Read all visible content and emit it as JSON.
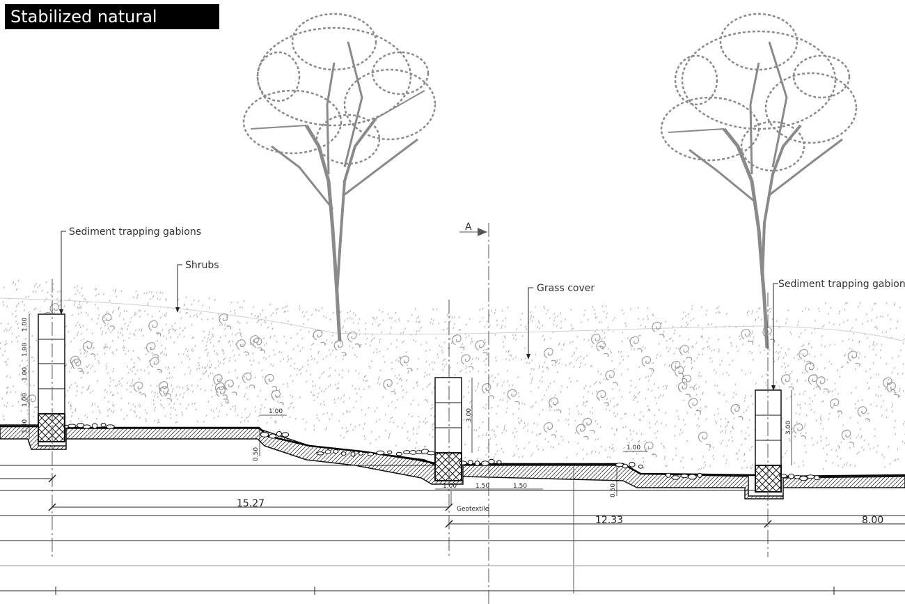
{
  "title": "Stabilized natural channel",
  "labels": {
    "gabions_left": "Sediment trapping gabions",
    "shrubs": "Shrubs",
    "grass": "Grass cover",
    "gabions_right": "Sediment trapping gabions",
    "geotextile": "Geotextile",
    "section": "A"
  },
  "dimensions": {
    "g1_a": "1.00",
    "g1_b": "1.00",
    "g1_c": "1.00",
    "g1_d": "1.00",
    "g1_e": "1.00",
    "step1_w": "1.00",
    "step1_h": "0.50",
    "g2_h": "3.00",
    "g2_w": "1.00",
    "g2_s1": "1.50",
    "g2_s2": "1.50",
    "step2_w": "1.00",
    "step2_h": "0.50",
    "g3_h": "3.00",
    "span1": "15.27",
    "span2": "12.33",
    "span3": "8.00"
  },
  "colors": {
    "ink": "#222222",
    "tree": "#8a8a8a",
    "stipple": "#9a9a9a",
    "title_bg": "#000000",
    "title_fg": "#ffffff"
  }
}
